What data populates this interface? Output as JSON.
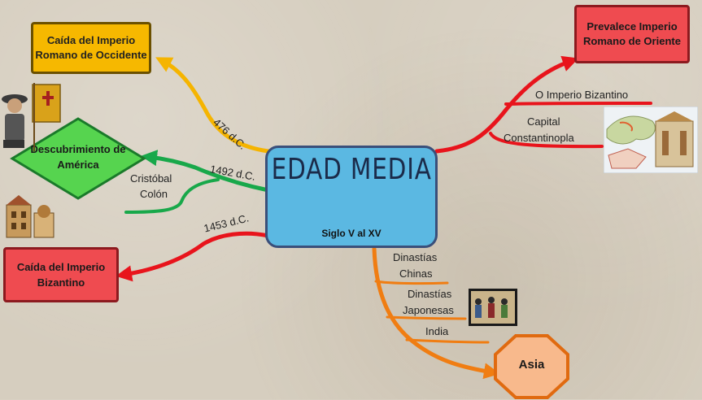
{
  "central": {
    "title": "EDAD MEDIA",
    "subtitle": "Siglo V al XV"
  },
  "nodes": {
    "roma_occidente": "Caída del Imperio Romano de Occidente",
    "descubrimiento": "Descubrimiento de América",
    "bizantino": "Caída del Imperio Bizantino",
    "roma_oriente": "Prevalece Imperio Romano de Oriente",
    "asia": "Asia"
  },
  "labels": {
    "date_476": "476 d.C.",
    "date_1492": "1492 d.C.",
    "date_1453": "1453 d.C.",
    "colon_1": "Cristóbal",
    "colon_2": "Colón",
    "bizantino_sub": "O Imperio Bizantino",
    "capital_1": "Capital",
    "capital_2": "Constantinopla",
    "chinas_1": "Dinastías",
    "chinas_2": "Chinas",
    "japonesas_1": "Dinastías",
    "japonesas_2": "Japonesas",
    "india": "India"
  },
  "colors": {
    "yellow": "#f5b400",
    "green": "#18a84a",
    "red": "#e8141c",
    "orange": "#f07d12",
    "blue": "#5bb8e2"
  }
}
